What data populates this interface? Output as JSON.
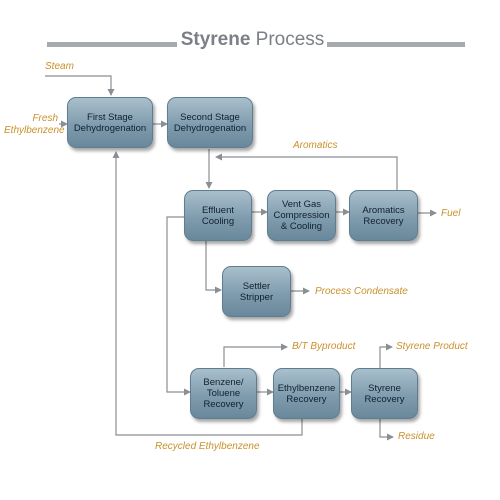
{
  "title": {
    "bold": "Styrene",
    "rest": "Process"
  },
  "boxes": {
    "first_stage": "First Stage\nDehydrogenation",
    "second_stage": "Second Stage\nDehydrogenation",
    "effluent": "Effluent\nCooling",
    "vent": "Vent Gas\nCompression\n& Cooling",
    "aromatics_rec": "Aromatics\nRecovery",
    "settler": "Settler\nStripper",
    "benzene": "Benzene/\nToluene\nRecovery",
    "ethylbenzene": "Ethylbenzene\nRecovery",
    "styrene": "Styrene\nRecovery"
  },
  "labels": {
    "steam": "Steam",
    "fresh": "Fresh\nEthylbenzene",
    "aromatics": "Aromatics",
    "fuel": "Fuel",
    "condensate": "Process Condensate",
    "bt": "B/T Byproduct",
    "styrene_product": "Styrene Product",
    "residue": "Residue",
    "recycled": "Recycled Ethylbenzene"
  },
  "colors": {
    "box": "#7f9cae",
    "line": "#8a8f94",
    "label": "#c9912b",
    "title_bar": "#a7aaad"
  }
}
